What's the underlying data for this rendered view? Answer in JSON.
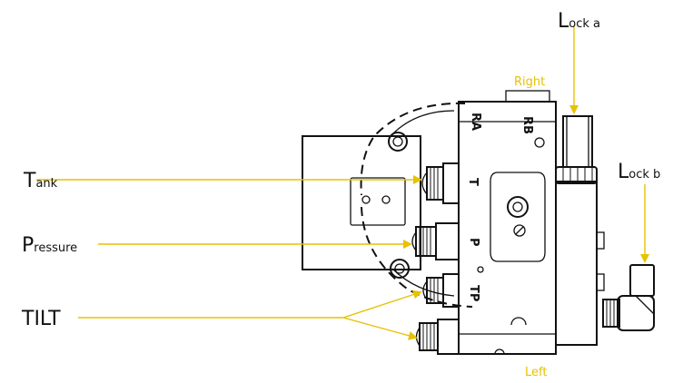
{
  "colors": {
    "callout": "#e6c200",
    "drawing": "#111111",
    "background": "#ffffff"
  },
  "labels": {
    "tank": {
      "initial": "T",
      "rest": "ank"
    },
    "pressure": {
      "initial": "P",
      "rest": "ressure"
    },
    "tilt": "TILT",
    "lock_a": {
      "initial": "L",
      "rest": "ock a"
    },
    "lock_b": {
      "initial": "L",
      "rest": "ock b"
    },
    "right": "Right",
    "left": "Left"
  },
  "ports": {
    "ra": "RA",
    "rb": "RB",
    "t": "T",
    "p": "P",
    "tp": "TP"
  }
}
